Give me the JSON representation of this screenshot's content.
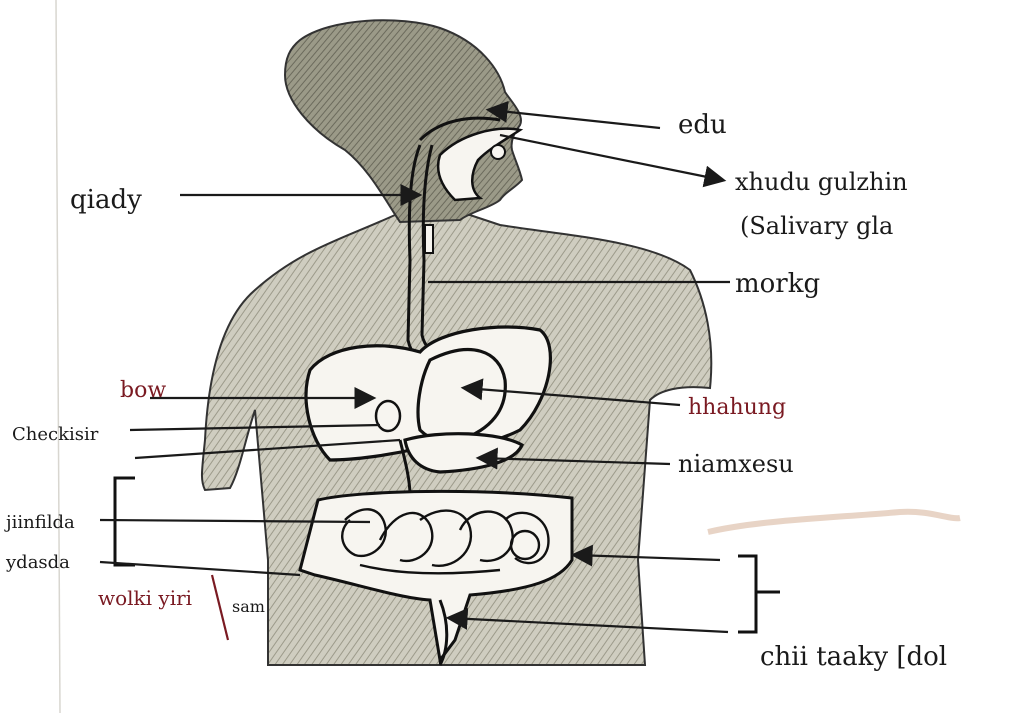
{
  "colors": {
    "ink": "#1a1a1a",
    "pencil_shading": "#8a8878",
    "head_shading": "#6e6d5f",
    "red_pen": "#7a1a22",
    "paper": "#ffffff"
  },
  "labels": {
    "nose": "edu",
    "salivary_1": "xhudu gulzhin",
    "salivary_2": "(Salivary gla",
    "pharynx": "qiady",
    "esophagus": "morkg",
    "liver_left": "bow",
    "liver_right": "hhahung",
    "gallbladder": "Checkisir",
    "pancreas": "niamxesu",
    "small_intestine": "jiinfilda",
    "large_intestine": "ydasda",
    "appendix": "wolki yiri",
    "rectum_side": "sam",
    "anus": "chii taaky [dol"
  }
}
